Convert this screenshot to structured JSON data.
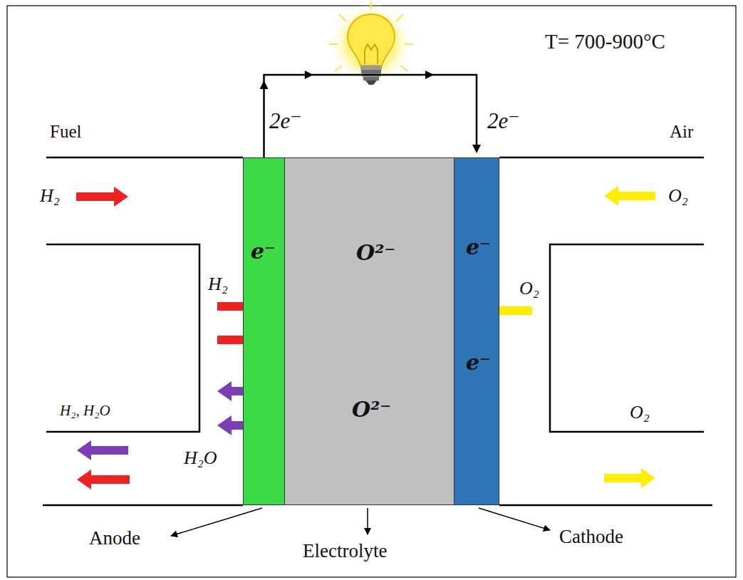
{
  "diagram": {
    "nodes": [
      {
        "text": [
          "e⁻"
        ]
      },
      {
        "text": [
          "O²⁻",
          "O²⁻"
        ]
      },
      {
        "text": [
          "e⁻",
          "e⁻"
        ]
      }
    ],
    "edges": [
      {
        "from": 0,
        "to": 2,
        "arrow": "to"
      }
    ],
    "labels": [
      "T= 700-900°C",
      "Fuel",
      "Air",
      "2e⁻",
      "2e⁻",
      "H₂",
      "O₂",
      "H₂",
      "O₂",
      "H₂, H₂O",
      "H₂O",
      "O₂",
      "Anode",
      "Electrolyte",
      "Cathode"
    ]
  }
}
